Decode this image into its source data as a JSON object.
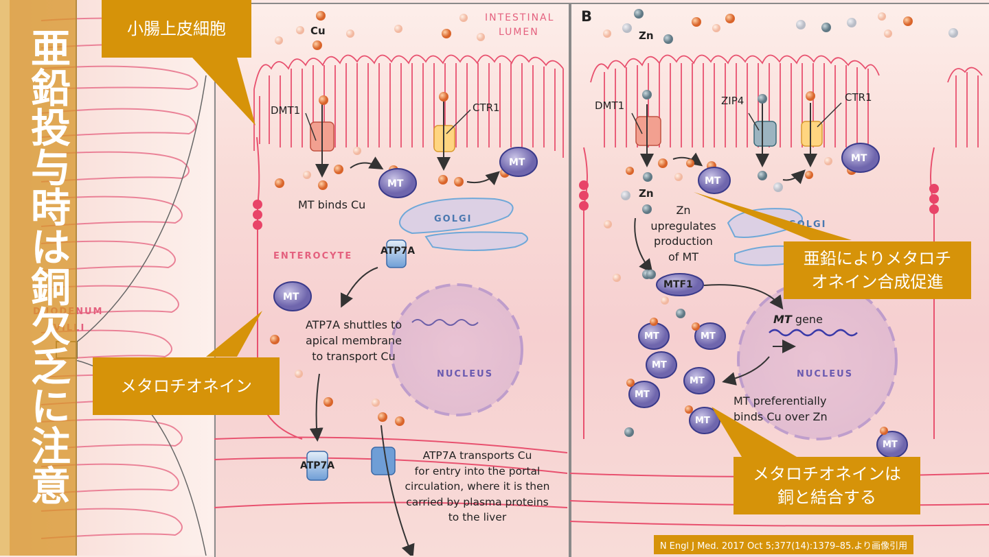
{
  "slide": {
    "title": "亜鉛投与時は銅欠乏に注意",
    "citation": "N Engl J Med. 2017 Oct 5;377(14):1379–85.より画像引用",
    "accent_color": "#d69309"
  },
  "callouts": {
    "enterocyte": "小腸上皮細胞",
    "metallothionein": "メタロチオネイン",
    "zinc_promotes": "亜鉛によりメタロチオネイン合成促進",
    "zinc_promotes_line1": "亜鉛によりメタロチ",
    "zinc_promotes_line2": "オネイン合成促進",
    "mt_binds_cu_line1": "メタロチオネインは",
    "mt_binds_cu_line2": "銅と結合する"
  },
  "villi": {
    "label_line1": "DUODENUM",
    "label_line2": "VILLI"
  },
  "panel_a": {
    "lumen_line1": "INTESTINAL",
    "lumen_line2": "LUMEN",
    "cu_label": "Cu",
    "dmt1": "DMT1",
    "ctr1": "CTR1",
    "mt": "MT",
    "mt_binds_cu": "MT binds Cu",
    "golgi": "GOLGI",
    "enterocyte": "ENTEROCYTE",
    "atp7a": "ATP7A",
    "atp7a_shuttle": [
      "ATP7A shuttles to",
      "apical membrane",
      "to transport Cu"
    ],
    "nucleus": "NUCLEUS",
    "atp7a_transport": [
      "ATP7A transports Cu",
      "for entry into the portal",
      "circulation, where it is then",
      "carried by plasma proteins",
      "to the liver"
    ]
  },
  "panel_b": {
    "panel_letter": "B",
    "zn_label": "Zn",
    "dmt1": "DMT1",
    "zip4": "ZIP4",
    "ctr1": "CTR1",
    "mt": "MT",
    "zn_inner": "Zn",
    "zn_upregulates": [
      "Zn",
      "upregulates",
      "production",
      "of MT"
    ],
    "golgi": "GOLGI",
    "mtf1": "MTF1",
    "mt_gene_italic": "MT",
    "mt_gene_rest": " gene",
    "nucleus": "NUCLEUS",
    "mt_preferentially": [
      "MT preferentially",
      "binds Cu over Zn"
    ]
  }
}
